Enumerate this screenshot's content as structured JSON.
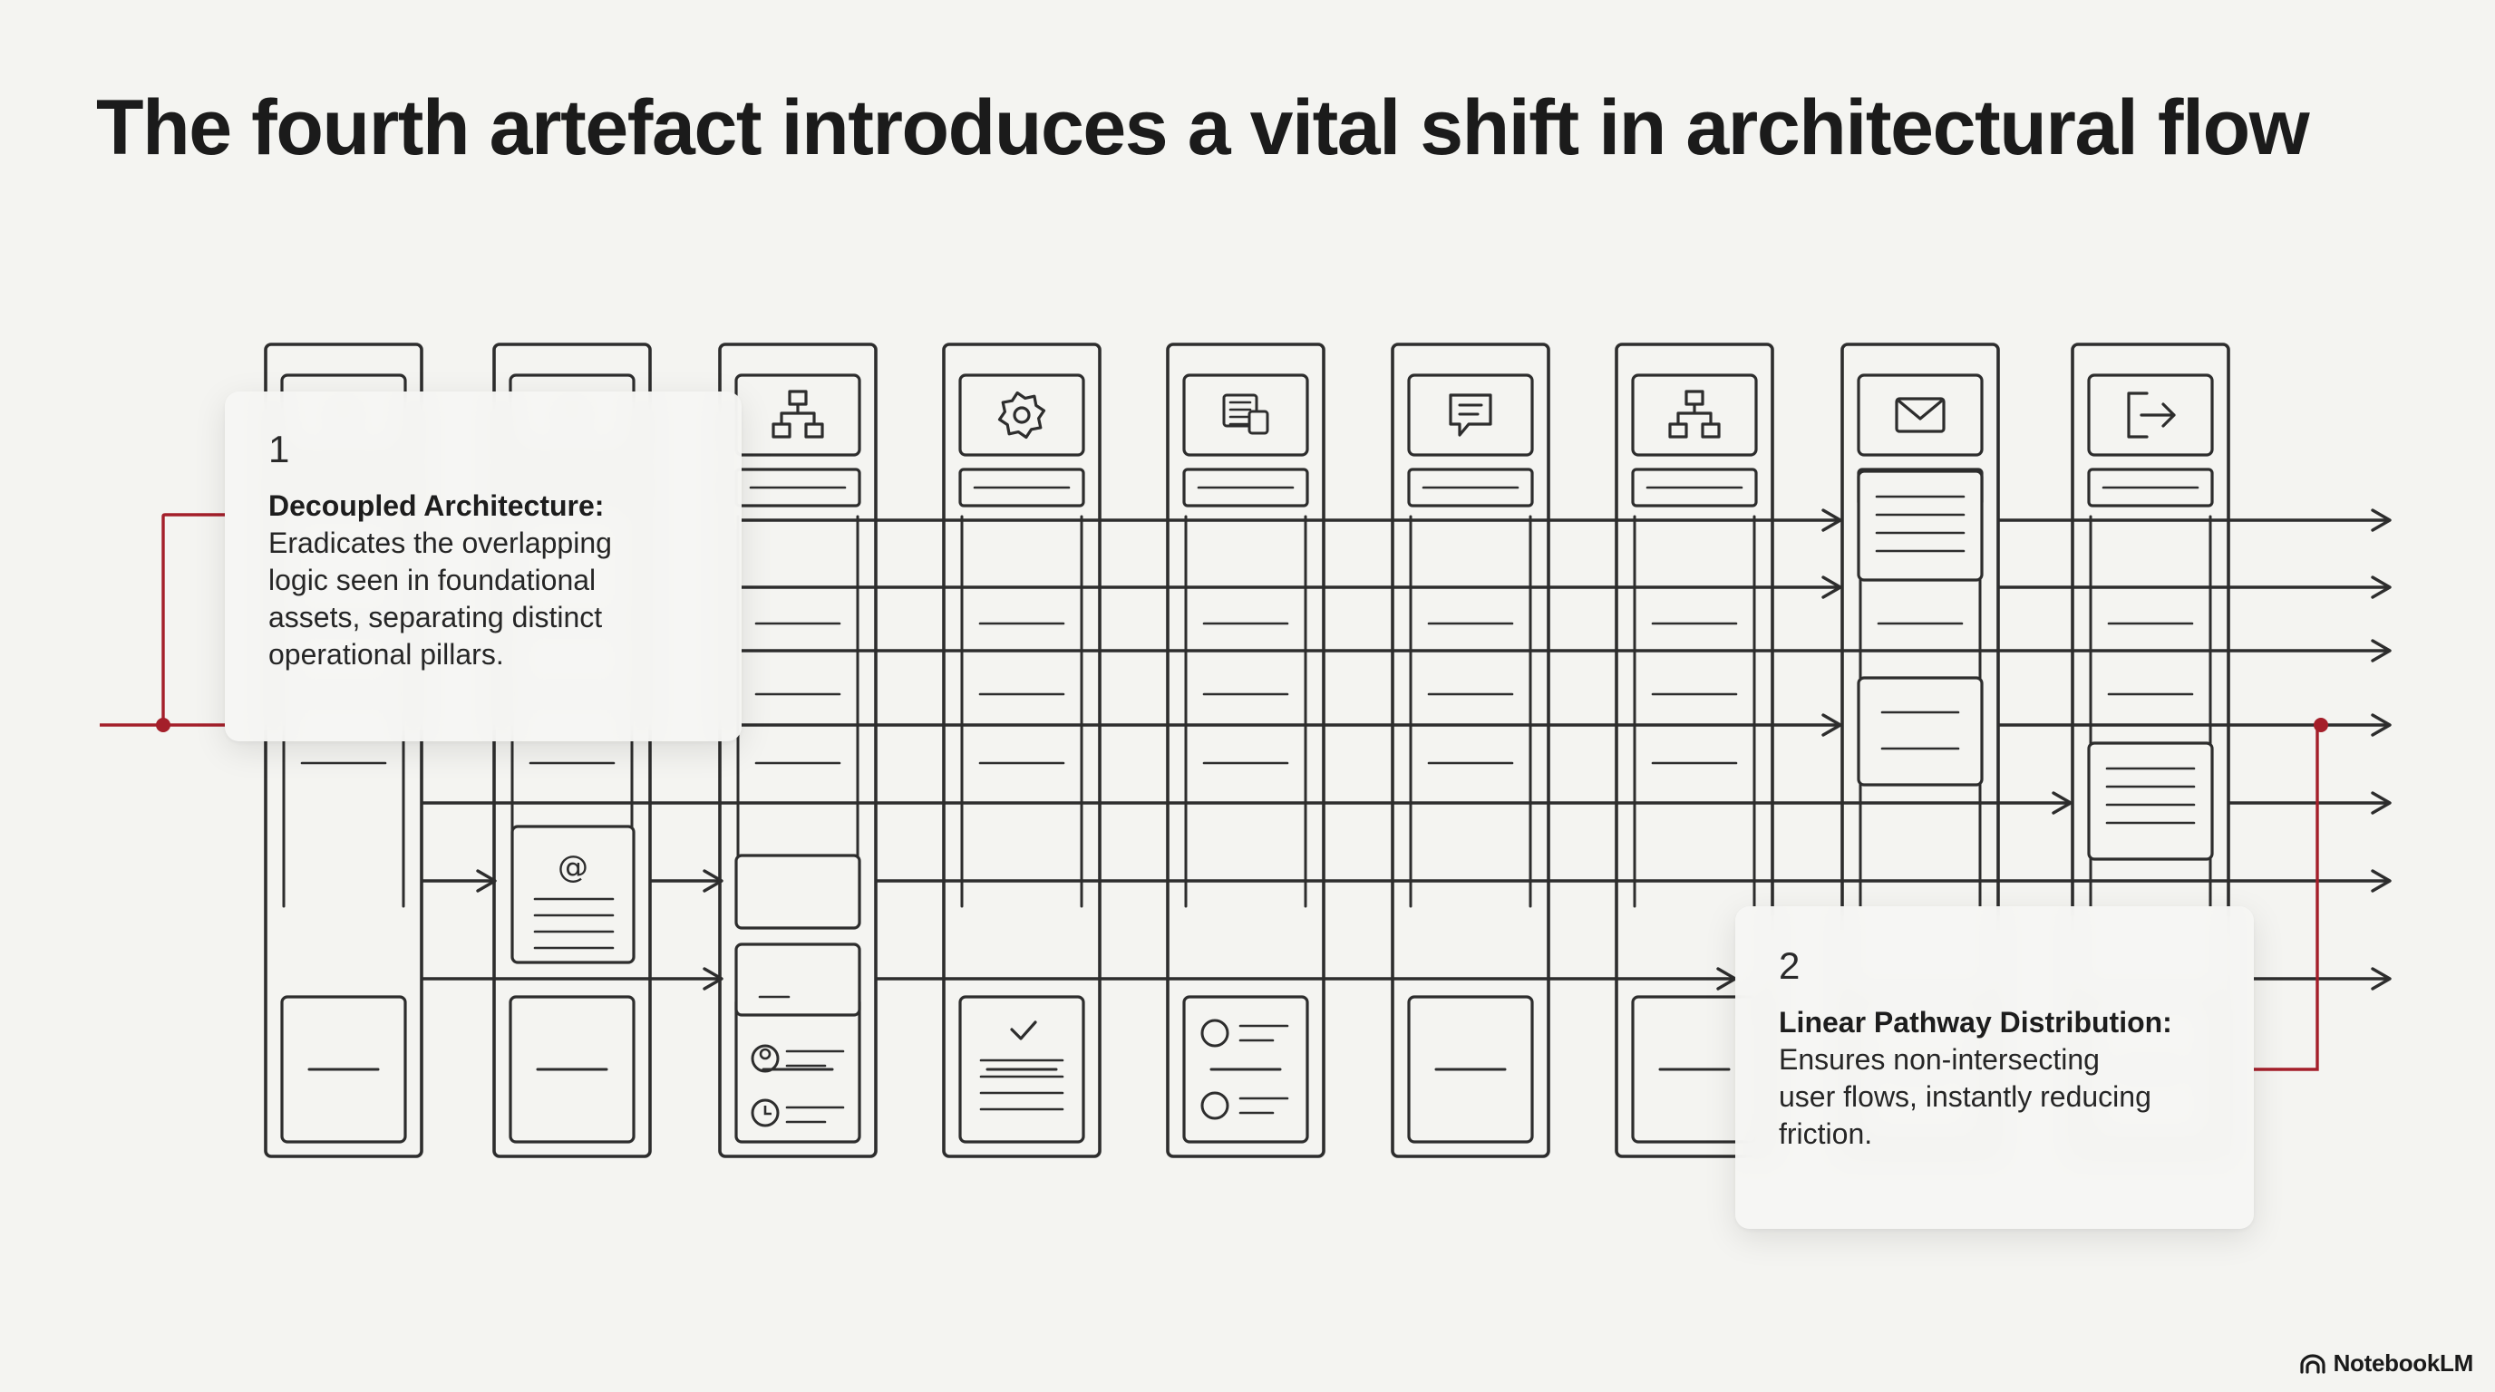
{
  "title": "The fourth artefact introduces a vital shift in architectural flow",
  "callouts": [
    {
      "number": "1",
      "heading": "Decoupled Architecture:",
      "body": "Eradicates the overlapping\nlogic seen in foundational\nassets, separating distinct\noperational pillars."
    },
    {
      "number": "2",
      "heading": "Linear Pathway Distribution:",
      "body": "Ensures non-intersecting\nuser flows, instantly reducing\nfriction."
    }
  ],
  "columns": [
    {
      "icon": "blurred-icon"
    },
    {
      "icon": "blurred-icon"
    },
    {
      "icon": "sitemap-icon"
    },
    {
      "icon": "gear-icon"
    },
    {
      "icon": "document-icon"
    },
    {
      "icon": "chat-icon"
    },
    {
      "icon": "sitemap-icon"
    },
    {
      "icon": "mail-icon"
    },
    {
      "icon": "logout-icon"
    }
  ],
  "colors": {
    "stroke": "#2d2d2d",
    "accent": "#a41f2a",
    "background": "#f4f4f1"
  },
  "brand": "NotebookLM"
}
